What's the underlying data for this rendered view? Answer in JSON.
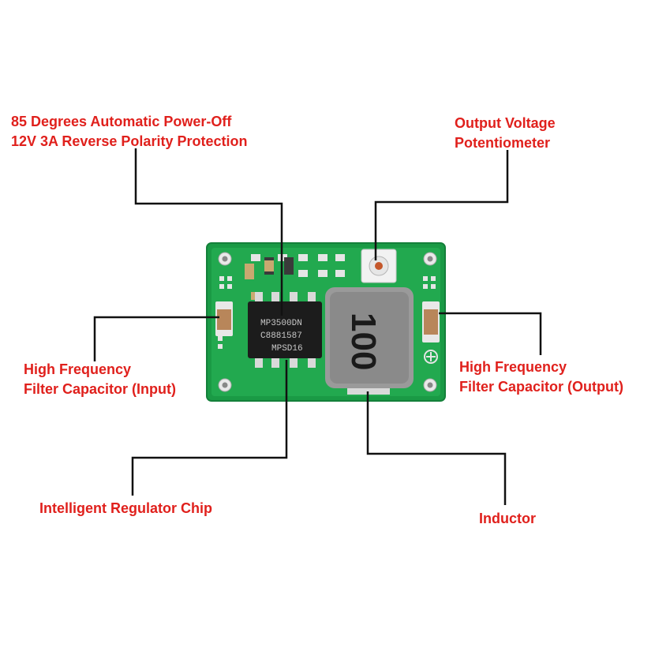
{
  "colors": {
    "label": "#e0201c",
    "leader_line": "#111111",
    "pcb": "#1a9a45",
    "chip": "#1c1c1c",
    "inductor": "#9a9a9a",
    "capacitor": "#b8865a"
  },
  "labels": {
    "protection_line1": "85 Degrees Automatic Power-Off",
    "protection_line2": "12V 3A Reverse Polarity Protection",
    "potentiometer_line1": "Output Voltage",
    "potentiometer_line2": "Potentiometer",
    "cap_input_line1": "High Frequency",
    "cap_input_line2": "Filter Capacitor (Input)",
    "cap_output_line1": "High Frequency",
    "cap_output_line2": "Filter Capacitor (Output)",
    "regulator_chip": "Intelligent Regulator Chip",
    "inductor": "Inductor"
  },
  "board": {
    "chip_marking": [
      "MP3500DN",
      "C8881587",
      "MPSD16"
    ],
    "inductor_marking": "100"
  }
}
